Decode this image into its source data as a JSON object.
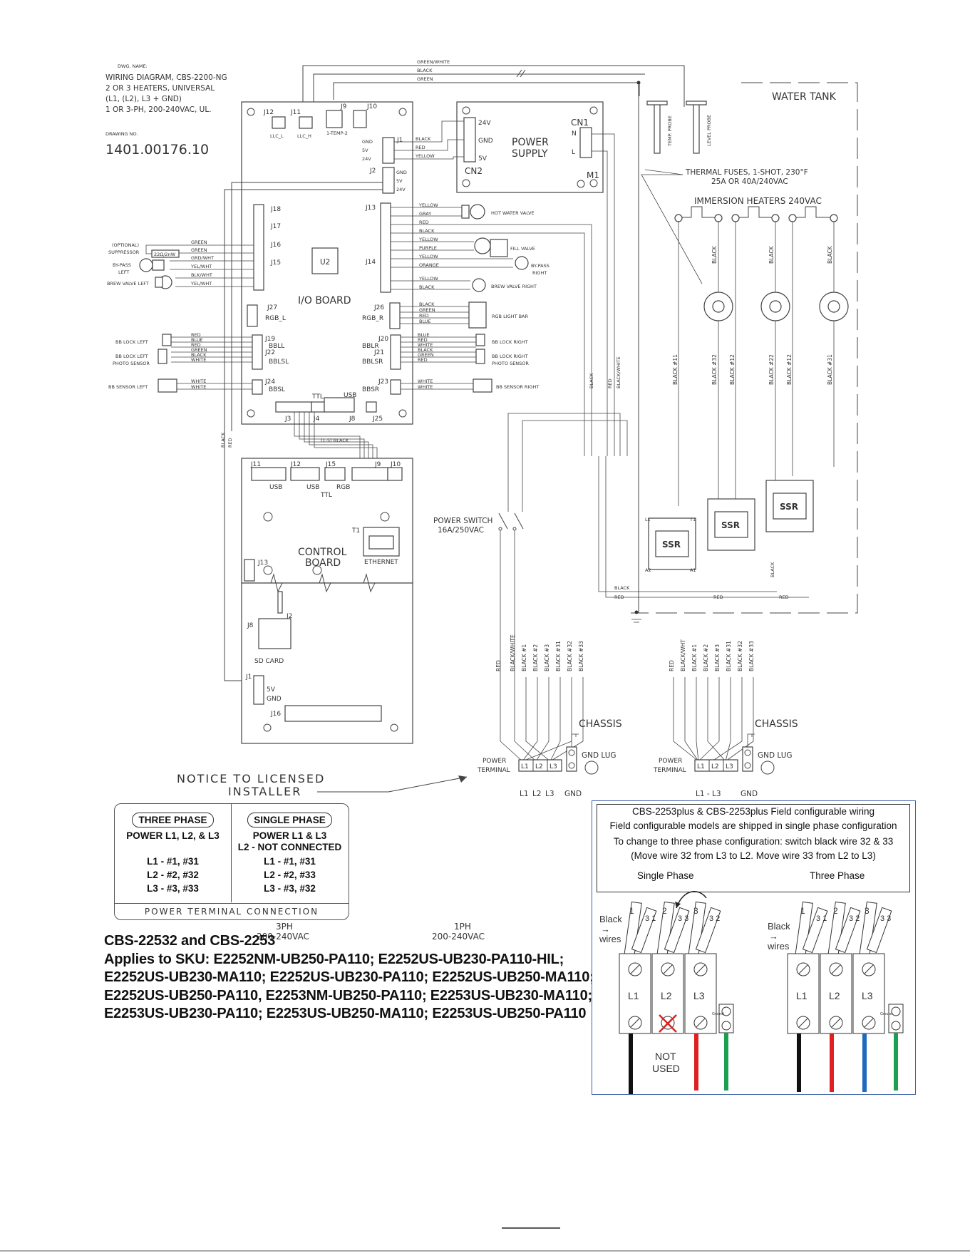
{
  "title_block": {
    "dwg_name_label": "DWG. NAME:",
    "lines": [
      "WIRING DIAGRAM, CBS-2200-NG",
      "2 OR 3 HEATERS, UNIVERSAL",
      "(L1, (L2), L3 + GND)",
      "1 OR 3-PH, 200-240VAC, UL."
    ],
    "drawing_no_label": "DRAWING NO.",
    "drawing_no": "1401.00176.10"
  },
  "top_wires": [
    "GREEN/WHITE",
    "BLACK",
    "GREEN"
  ],
  "water_tank": "WATER TANK",
  "probes": [
    "TEMP. PROBE",
    "LEVEL PROBE"
  ],
  "io_board": {
    "label": "I/O BOARD",
    "chip": "U2",
    "top_connectors": [
      "J12",
      "J11",
      "J9",
      "J10"
    ],
    "top_connector_labels": [
      "LLC_L",
      "LLC_H",
      "1-TEMP-2"
    ],
    "j1": {
      "name": "J1",
      "pins": [
        "GND",
        "5V",
        "24V"
      ],
      "wires": [
        "BLACK",
        "RED",
        "YELLOW"
      ]
    },
    "j2": {
      "name": "J2",
      "pins": [
        "GND",
        "5V",
        "24V"
      ]
    },
    "left_connectors": [
      "J18",
      "J17",
      "J16",
      "J15",
      "J27",
      "J19",
      "J22",
      "J24"
    ],
    "left_sublabels": {
      "j27": "RGB_L",
      "j19": "BBLL",
      "j22": "BBLSL",
      "j24": "BBSL"
    },
    "right_connectors": [
      "J13",
      "J14",
      "J26",
      "J20",
      "J21",
      "J23"
    ],
    "right_sublabels": {
      "j26": "RGB_R",
      "j20": "BBLR",
      "j21": "BBLSR",
      "j23": "BBSR"
    },
    "bottom_connectors": [
      "J3",
      "J4",
      "J8",
      "J25"
    ],
    "bottom_labels": [
      "TTL",
      "USB"
    ]
  },
  "left_devices": {
    "suppressor": "(OPTIONAL) SUPPRESSOR",
    "suppressor_value": "22Ω/2nW",
    "bypass_left": "BY-PASS LEFT",
    "brew_valve_left": "BREW VALVE LEFT",
    "j16_wires": [
      "GREEN",
      "GREEN"
    ],
    "j15_wires": [
      "GRD/WHT",
      "YEL/WHT",
      "BLK/WHT",
      "YEL/WHT"
    ],
    "bb_lock_left": "BB LOCK LEFT",
    "bb_lock_left_photo": "BB LOCK LEFT PHOTO SENSOR",
    "bb_left_wires": [
      "RED",
      "BLUE",
      "RED",
      "GREEN",
      "BLACK",
      "WHITE"
    ],
    "bb_sensor_left": "BB SENSOR LEFT",
    "bb_sensor_wires": [
      "WHITE",
      "WHITE"
    ],
    "vertical_wires": [
      "BLACK",
      "RED"
    ]
  },
  "right_devices": {
    "j13_wires": [
      "YELLOW",
      "GRAY",
      "RED",
      "BLACK"
    ],
    "hot_water_valve": "HOT WATER VALVE",
    "j14_wires": [
      "YELLOW",
      "PURPLE",
      "YELLOW",
      "ORANGE",
      "YELLOW",
      "BLACK"
    ],
    "fill_valve": "FILL VALVE",
    "bypass_right": "BY-PASS RIGHT",
    "brew_valve_right": "BREW VALVE RIGHT",
    "rgb_wires": [
      "BLACK",
      "GREEN",
      "RED",
      "BLUE"
    ],
    "rgb_light_bar": "RGB LIGHT BAR",
    "bb_right_wires": [
      "BLUE",
      "RED",
      "WHITE",
      "BLACK",
      "GREEN",
      "RED"
    ],
    "bb_lock_right": "BB LOCK RIGHT",
    "bb_lock_right_photo": "BB LOCK RIGHT PHOTO SENSOR",
    "bb_sensor_right_wires": [
      "WHITE",
      "WHITE"
    ],
    "bb_sensor_right": "BB SENSOR RIGHT",
    "vertical_wires": [
      "BLACK",
      "RED",
      "BLACK/WHITE"
    ]
  },
  "power_supply": {
    "label": "POWER SUPPLY",
    "cn2": "CN2",
    "cn2_pins": [
      "24V",
      "GND",
      "5V"
    ],
    "cn1": "CN1",
    "cn1_pins": [
      "N",
      "L"
    ],
    "m1": "M1"
  },
  "heaters": {
    "thermal_fuses": "THERMAL FUSES, 1-SHOT, 230°F",
    "thermal_rating": "25A OR 40A/240VAC",
    "immersion": "IMMERSION HEATERS 240VAC",
    "fuse_label": "1-SHOT",
    "top_wires": [
      "BLACK",
      "BLACK",
      "BLACK"
    ],
    "lower_wires": [
      "BLACK #11",
      "BLACK #32",
      "BLACK #12",
      "BLACK #22",
      "BLACK #12",
      "BLACK #31"
    ]
  },
  "ssr": {
    "label": "SSR",
    "terminals": [
      "L1",
      "T1",
      "A2",
      "A1"
    ],
    "wires": [
      "BLACK",
      "RED",
      "BLACK",
      "RED",
      "BLACK",
      "RED"
    ]
  },
  "power_switch": {
    "label": "POWER SWITCH",
    "rating": "16A/250VAC"
  },
  "ribbon": "(1-5) BLACK",
  "control_board": {
    "label": "CONTROL BOARD",
    "connectors": [
      "J11",
      "J12",
      "J15",
      "J9",
      "J10"
    ],
    "connector_labels": [
      "USB",
      "USB",
      "RGB",
      "TTL"
    ],
    "t1": "T1",
    "ethernet": "ETHERNET",
    "j13": "J13"
  },
  "sd_board": {
    "j8": "J8",
    "j2": "J2",
    "sd": "SD CARD",
    "j1": "J1",
    "j1_pins": [
      "5V",
      "GND"
    ],
    "j16": "J16"
  },
  "terminals_3ph": {
    "wires": [
      "RED",
      "BLACK/WHITE",
      "BLACK #1",
      "BLACK #2",
      "BLACK #3",
      "BLACK #31",
      "BLACK #32",
      "BLACK #33"
    ],
    "chassis": "CHASSIS",
    "gnd_lug": "GND LUG",
    "power_terminal": "POWER TERMINAL",
    "terms": [
      "L1",
      "L2",
      "L3"
    ],
    "bottom": [
      "L1",
      "L2",
      "L3",
      "GND"
    ]
  },
  "terminals_1ph": {
    "wires": [
      "RED",
      "BLACK/WHT",
      "BLACK #1",
      "BLACK #2",
      "BLACK #3",
      "BLACK #31",
      "BLACK #32",
      "BLACK #33"
    ],
    "chassis": "CHASSIS",
    "gnd_lug": "GND LUG",
    "power_terminal": "POWER TERMINAL",
    "terms": [
      "L1",
      "L2",
      "L3"
    ],
    "bottom": [
      "L1 - L3",
      "GND"
    ]
  },
  "phase_labels": {
    "three": "3PH",
    "three_v": "200-240VAC",
    "one": "1PH",
    "one_v": "200-240VAC"
  },
  "notice": [
    "NOTICE TO LICENSED",
    "INSTALLER"
  ],
  "phase_table": {
    "three_title": "THREE PHASE",
    "three_lines": [
      "POWER L1, L2, & L3",
      "",
      "L1 - #1, #31",
      "L2 - #2, #32",
      "L3 - #3, #33"
    ],
    "single_title": "SINGLE PHASE",
    "single_lines": [
      "POWER L1 & L3",
      "L2 - NOT CONNECTED",
      "L1 - #1, #31",
      "L2 - #2, #33",
      "L3 - #3, #32"
    ],
    "footer": "POWER TERMINAL CONNECTION"
  },
  "sku": {
    "title": "CBS-22532 and CBS-2253",
    "lines": [
      "Applies to SKU:  E2252NM-UB250-PA110;  E2252US-UB230-PA110-HIL;",
      "E2252US-UB230-MA110;  E2252US-UB230-PA110;  E2252US-UB250-MA110;",
      "E2252US-UB250-PA110,   E2253NM-UB250-PA110; E2253US-UB230-MA110;",
      "E2253US-UB230-PA110;  E2253US-UB250-MA110; E2253US-UB250-PA110"
    ]
  },
  "field_config": {
    "line1": "CBS-2253plus & CBS-2253plus Field configurable wiring",
    "line2": "Field configurable models are shipped in single phase configuration",
    "line3": "To change to three phase configuration: switch black wire 32 & 33",
    "line4": "(Move wire 32 from L3 to L2.  Move wire 33 from L2 to L3)",
    "single": "Single Phase",
    "three": "Three Phase",
    "black_wires": "Black → wires",
    "terms": [
      "L1",
      "L2",
      "L3"
    ],
    "single_tags": [
      "1",
      "3 1",
      "2",
      "3 3",
      "3",
      "3 2"
    ],
    "three_tags": [
      "1",
      "3 1",
      "2",
      "3 2",
      "3",
      "3 3"
    ],
    "ground": "Ground Lug",
    "not_used": "NOT USED",
    "lead_colors_single": [
      "#111111",
      "#e02020",
      "#1aa050"
    ],
    "lead_colors_three": [
      "#111111",
      "#e02020",
      "#1f6ac0",
      "#1aa050"
    ]
  }
}
